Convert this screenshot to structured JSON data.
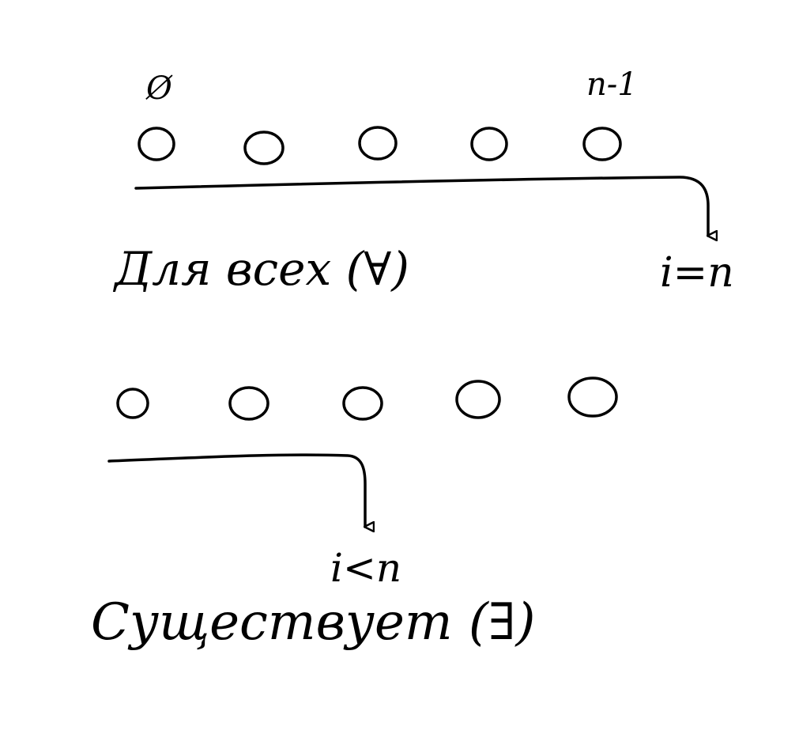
{
  "ink_color": "#000000",
  "background_color": "#ffffff",
  "forall_section": {
    "first_index_label": "Ø",
    "last_index_label": "n-1",
    "stop_condition": "i=n",
    "caption": "Для всех (∀)",
    "elements": [
      {
        "filled": false
      },
      {
        "filled": false
      },
      {
        "filled": false
      },
      {
        "filled": false
      },
      {
        "filled": false
      }
    ]
  },
  "exists_section": {
    "stop_condition": "i<n",
    "caption": "Существует (∃)",
    "elements": [
      {
        "filled": false
      },
      {
        "filled": false
      },
      {
        "filled": true
      },
      {
        "filled": true
      },
      {
        "filled": false
      }
    ]
  }
}
